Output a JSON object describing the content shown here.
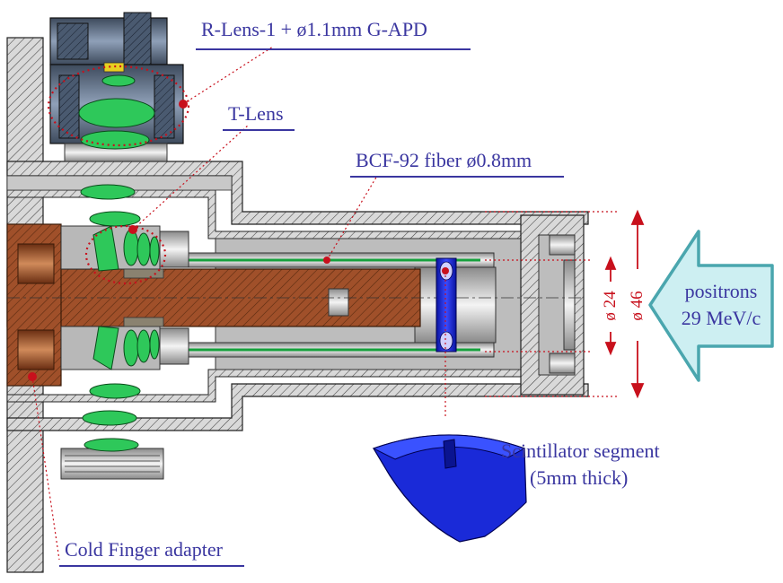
{
  "labels": {
    "rlens": "R-Lens-1 + ø1.1mm G-APD",
    "tlens": "T-Lens",
    "fiber": "BCF-92 fiber ø0.8mm",
    "scint_line1": "Scintillator segment",
    "scint_line2": "(5mm thick)",
    "cold_finger": "Cold Finger adapter"
  },
  "dimensions": {
    "inner": "ø 24",
    "outer": "ø 46"
  },
  "beam": {
    "line1": "positrons",
    "line2": "29 MeV/c"
  },
  "colors": {
    "label_text": "#3a36a0",
    "dimension": "#c8101c",
    "lens": "#2ec85a",
    "copper": "#a0502a",
    "scintillator": "#1a2ad8",
    "arrow_fill": "#cdeff2",
    "arrow_stroke": "#4aa6ae"
  }
}
